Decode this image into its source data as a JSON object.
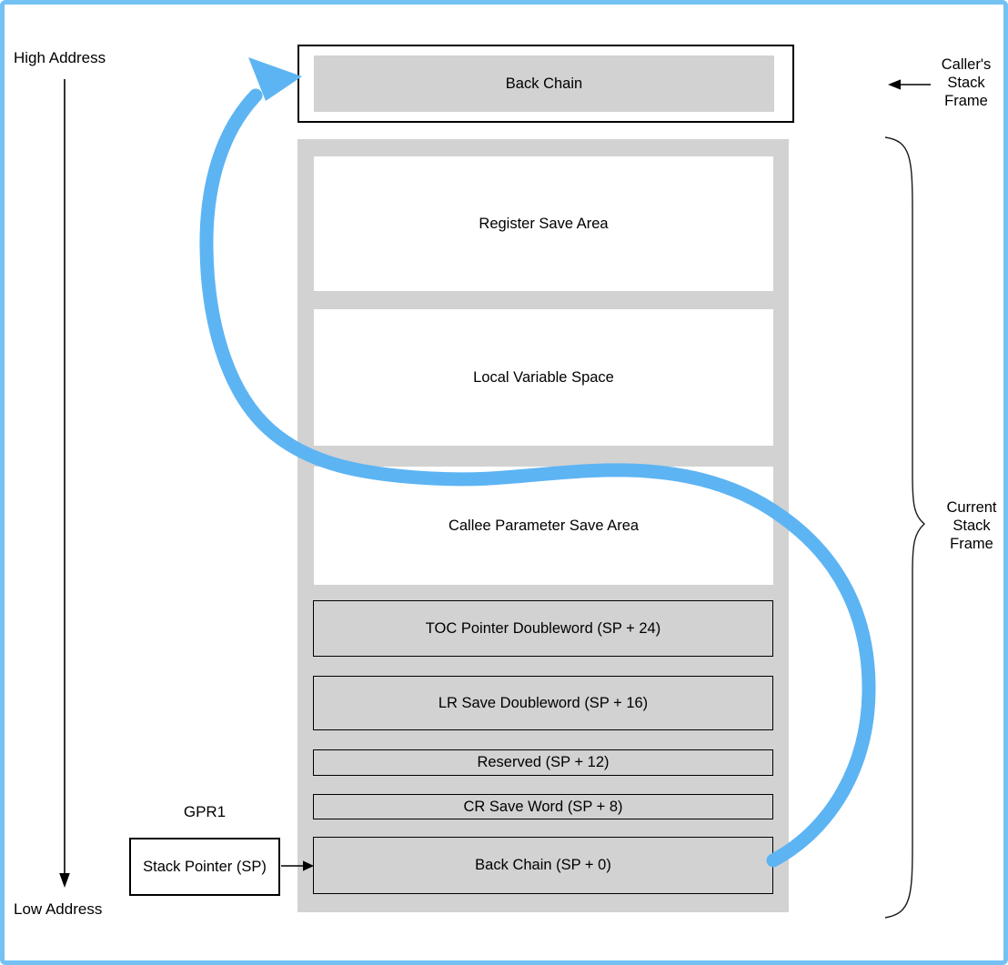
{
  "page": {
    "high_address": "High Address",
    "low_address": "Low Address"
  },
  "caller_frame": {
    "back_chain_label": "Back Chain",
    "side_label_lines": [
      "Caller's",
      "Stack",
      "Frame"
    ]
  },
  "current_frame": {
    "side_label_lines": [
      "Current",
      "Stack",
      "Frame"
    ],
    "regions": [
      {
        "label": "Register Save Area"
      },
      {
        "label": "Local Variable Space"
      },
      {
        "label": "Callee Parameter Save Area"
      },
      {
        "label": "TOC Pointer Doubleword (SP + 24)"
      },
      {
        "label": "LR Save Doubleword (SP + 16)"
      },
      {
        "label": "Reserved (SP + 12)"
      },
      {
        "label": "CR Save Word (SP + 8)"
      },
      {
        "label": "Back Chain (SP + 0)"
      }
    ]
  },
  "stack_pointer": {
    "register_label": "GPR1",
    "box_label": "Stack Pointer (SP)"
  },
  "colors": {
    "frame_border_blue": "#74c2f4",
    "arrow_blue": "#5db4f3",
    "region_gray": "#d2d2d2",
    "line_black": "#000000"
  }
}
